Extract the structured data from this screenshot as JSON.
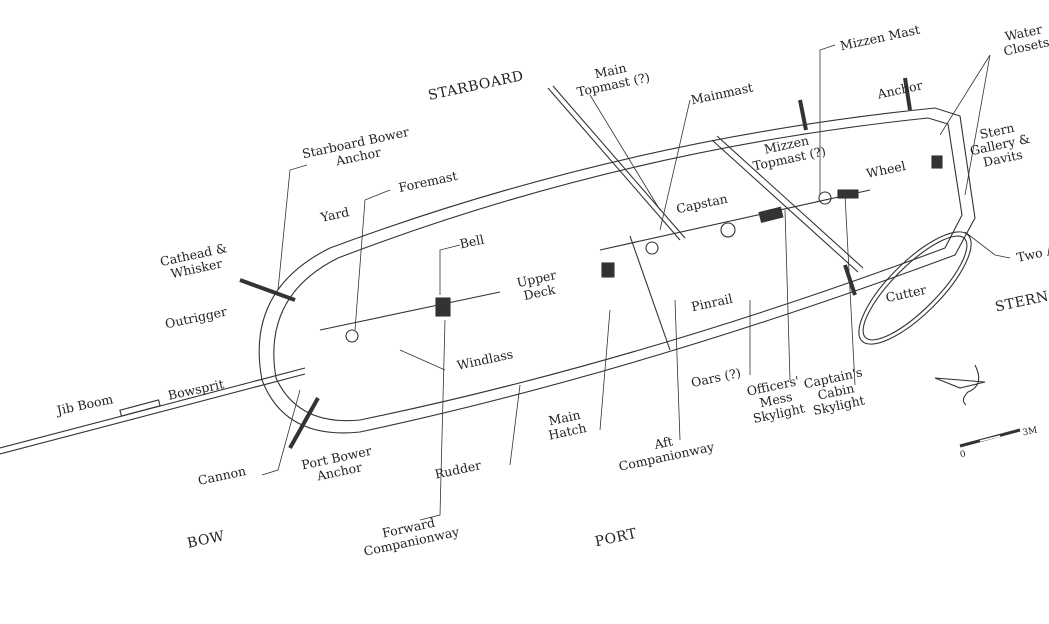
{
  "orientation": {
    "starboard": "STARBOARD",
    "port": "PORT",
    "bow": "BOW",
    "stern": "STERN"
  },
  "labels": {
    "main_topmast": [
      "Main",
      "Topmast (?)"
    ],
    "mainmast": "Mainmast",
    "mizzen_mast": "Mizzen Mast",
    "water_closets": [
      "Water",
      "Closets"
    ],
    "anchor": "Anchor",
    "starboard_bower_anchor": [
      "Starboard Bower",
      "Anchor"
    ],
    "foremast": "Foremast",
    "mizzen_topmast": [
      "Mizzen",
      "Topmast (?)"
    ],
    "wheel": "Wheel",
    "stern_gallery": [
      "Stern",
      "Gallery &",
      "Davits"
    ],
    "yard": "Yard",
    "cathead": [
      "Cathead &",
      "Whisker"
    ],
    "bell": "Bell",
    "upper_deck": [
      "Upper",
      "Deck"
    ],
    "capstan": "Capstan",
    "outrigger": "Outrigger",
    "pinrail": "Pinrail",
    "two_anchors": "Two A",
    "cutter": "Cutter",
    "jib_boom": "Jib Boom",
    "bowsprit": "Bowsprit",
    "windlass": "Windlass",
    "oars": "Oars (?)",
    "officers_mess": [
      "Officers'",
      "Mess",
      "Skylight"
    ],
    "captains_cabin": [
      "Captain's",
      "Cabin",
      "Skylight"
    ],
    "main_hatch": [
      "Main",
      "Hatch"
    ],
    "aft_companionway": [
      "Aft",
      "Companionway"
    ],
    "cannon": "Cannon",
    "port_bower_anchor": [
      "Port Bower",
      "Anchor"
    ],
    "rudder": "Rudder",
    "forward_companionway": [
      "Forward",
      "Companionway"
    ]
  },
  "scale_bar": {
    "start": "0",
    "end": "3M"
  },
  "colors": {
    "ink": "#222222",
    "background": "#ffffff"
  }
}
